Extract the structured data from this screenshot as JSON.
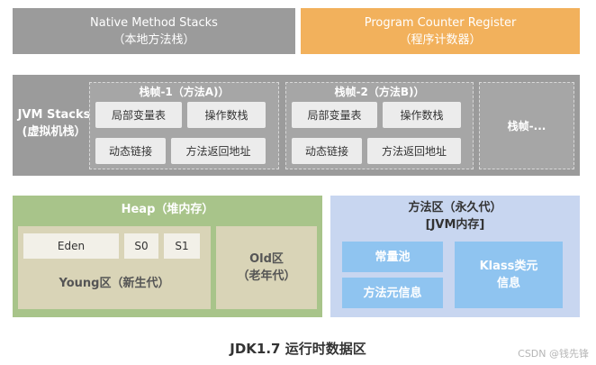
{
  "native_method_stacks": {
    "line1": "Native Method Stacks",
    "line2": "（本地方法栈）"
  },
  "program_counter_register": {
    "line1": "Program Counter Register",
    "line2": "（程序计数器）"
  },
  "jvm_stacks": {
    "line1": "JVM Stacks",
    "line2": "(虚拟机栈）",
    "frames": [
      {
        "title": "栈帧-1（方法A)）",
        "cells": [
          "局部变量表",
          "操作数栈",
          "动态链接",
          "方法返回地址"
        ]
      },
      {
        "title": "栈帧-2（方法B)）",
        "cells": [
          "局部变量表",
          "操作数栈",
          "动态链接",
          "方法返回地址"
        ]
      }
    ],
    "more_frame": "栈帧-..."
  },
  "heap": {
    "title": "Heap（堆内存）",
    "young": {
      "eden": "Eden",
      "s0": "S0",
      "s1": "S1",
      "label": "Young区（新生代）"
    },
    "old": {
      "line1": "Old区",
      "line2": "（老年代）"
    }
  },
  "method_area": {
    "line1": "方法区（永久代）",
    "line2": "[JVM内存]",
    "constant_pool": "常量池",
    "method_metadata": "方法元信息",
    "klass": {
      "line1": "Klass类元",
      "line2": "信息"
    }
  },
  "caption": "JDK1.7 运行时数据区",
  "watermark": "CSDN @钱先锋",
  "colors": {
    "gray": "#9b9b9b",
    "orange": "#f2b15c",
    "heap_green": "#a8c48a",
    "young_beige": "#d9d4b7",
    "method_area_blue": "#c8d6f0",
    "method_cell_blue": "#8fc4f0"
  }
}
